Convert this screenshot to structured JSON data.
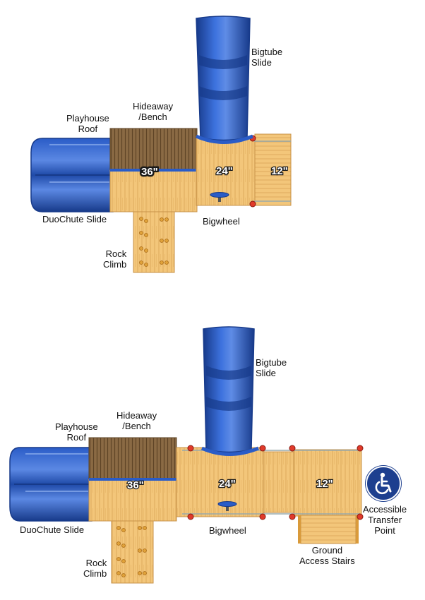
{
  "colors": {
    "wood_light": "#f3c67a",
    "wood_grain": "#d9a254",
    "roof_brown": "#8a6a44",
    "roof_dark": "#5e4426",
    "slide_blue": "#2a5cc7",
    "slide_dark": "#173a8a",
    "slide_light": "#6f97e8",
    "bolt_red": "#e03a2a",
    "ada_blue": "#1d3f8f"
  },
  "plan_top": {
    "labels": {
      "bigtube": [
        "Bigtube",
        "Slide"
      ],
      "playhouse": [
        "Playhouse",
        "Roof"
      ],
      "hideaway": [
        "Hideaway",
        "/Bench"
      ],
      "duochute": [
        "DuoChute Slide"
      ],
      "bigwheel": [
        "Bigwheel"
      ],
      "rock": [
        "Rock",
        "Climb"
      ]
    },
    "dims": {
      "d36": "36\"",
      "d24": "24\"",
      "d12": "12\""
    }
  },
  "plan_bottom": {
    "labels": {
      "bigtube": [
        "Bigtube",
        "Slide"
      ],
      "playhouse": [
        "Playhouse",
        "Roof"
      ],
      "hideaway": [
        "Hideaway",
        "/Bench"
      ],
      "duochute": [
        "DuoChute Slide"
      ],
      "bigwheel": [
        "Bigwheel"
      ],
      "rock": [
        "Rock",
        "Climb"
      ],
      "accessible": [
        "Accessible",
        "Transfer",
        "Point"
      ],
      "stairs": [
        "Ground",
        "Access Stairs"
      ]
    },
    "dims": {
      "d36": "36\"",
      "d24": "24\"",
      "d12": "12\""
    },
    "icons": {
      "accessible": "wheelchair-icon"
    }
  }
}
